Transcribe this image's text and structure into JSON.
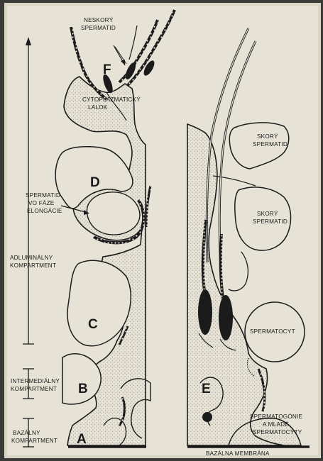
{
  "figure": {
    "letters": {
      "A": "A",
      "B": "B",
      "C": "C",
      "D": "D",
      "E": "E",
      "F": "F"
    },
    "labels": {
      "neskory_1": "NESKORÝ",
      "neskory_2": "SPERMATID",
      "cyto_1": "CYTOPLAZMATICKÝ",
      "cyto_2": "LALOK",
      "elong_1": "SPERMATID",
      "elong_2": "VO FÁZE",
      "elong_3": "ELONGÁCIE",
      "adlum_1": "ADLUMINÁLNY",
      "adlum_2": "KOMPARTMENT",
      "inter_1": "INTERMEDIÁLNY",
      "inter_2": "KOMPARTMENT",
      "bazal_1": "BAZÁLNY",
      "bazal_2": "KOMPARTMENT",
      "skory_a1": "SKORÝ",
      "skory_a2": "SPERMATID",
      "skory_b1": "SKORÝ",
      "skory_b2": "SPERMATID",
      "spermatocyt": "SPERMATOCYT",
      "sg_1": "SPERMATOGÓNIE",
      "sg_2": "A MLADÉ",
      "sg_3": "SPERMATOCYTY",
      "membrane": "BAZÁLNA MEMBRÁNA"
    }
  },
  "colors": {
    "paper": "#e6e3d6",
    "ink": "#1b1b1b",
    "stipple": "#6f6c64"
  }
}
